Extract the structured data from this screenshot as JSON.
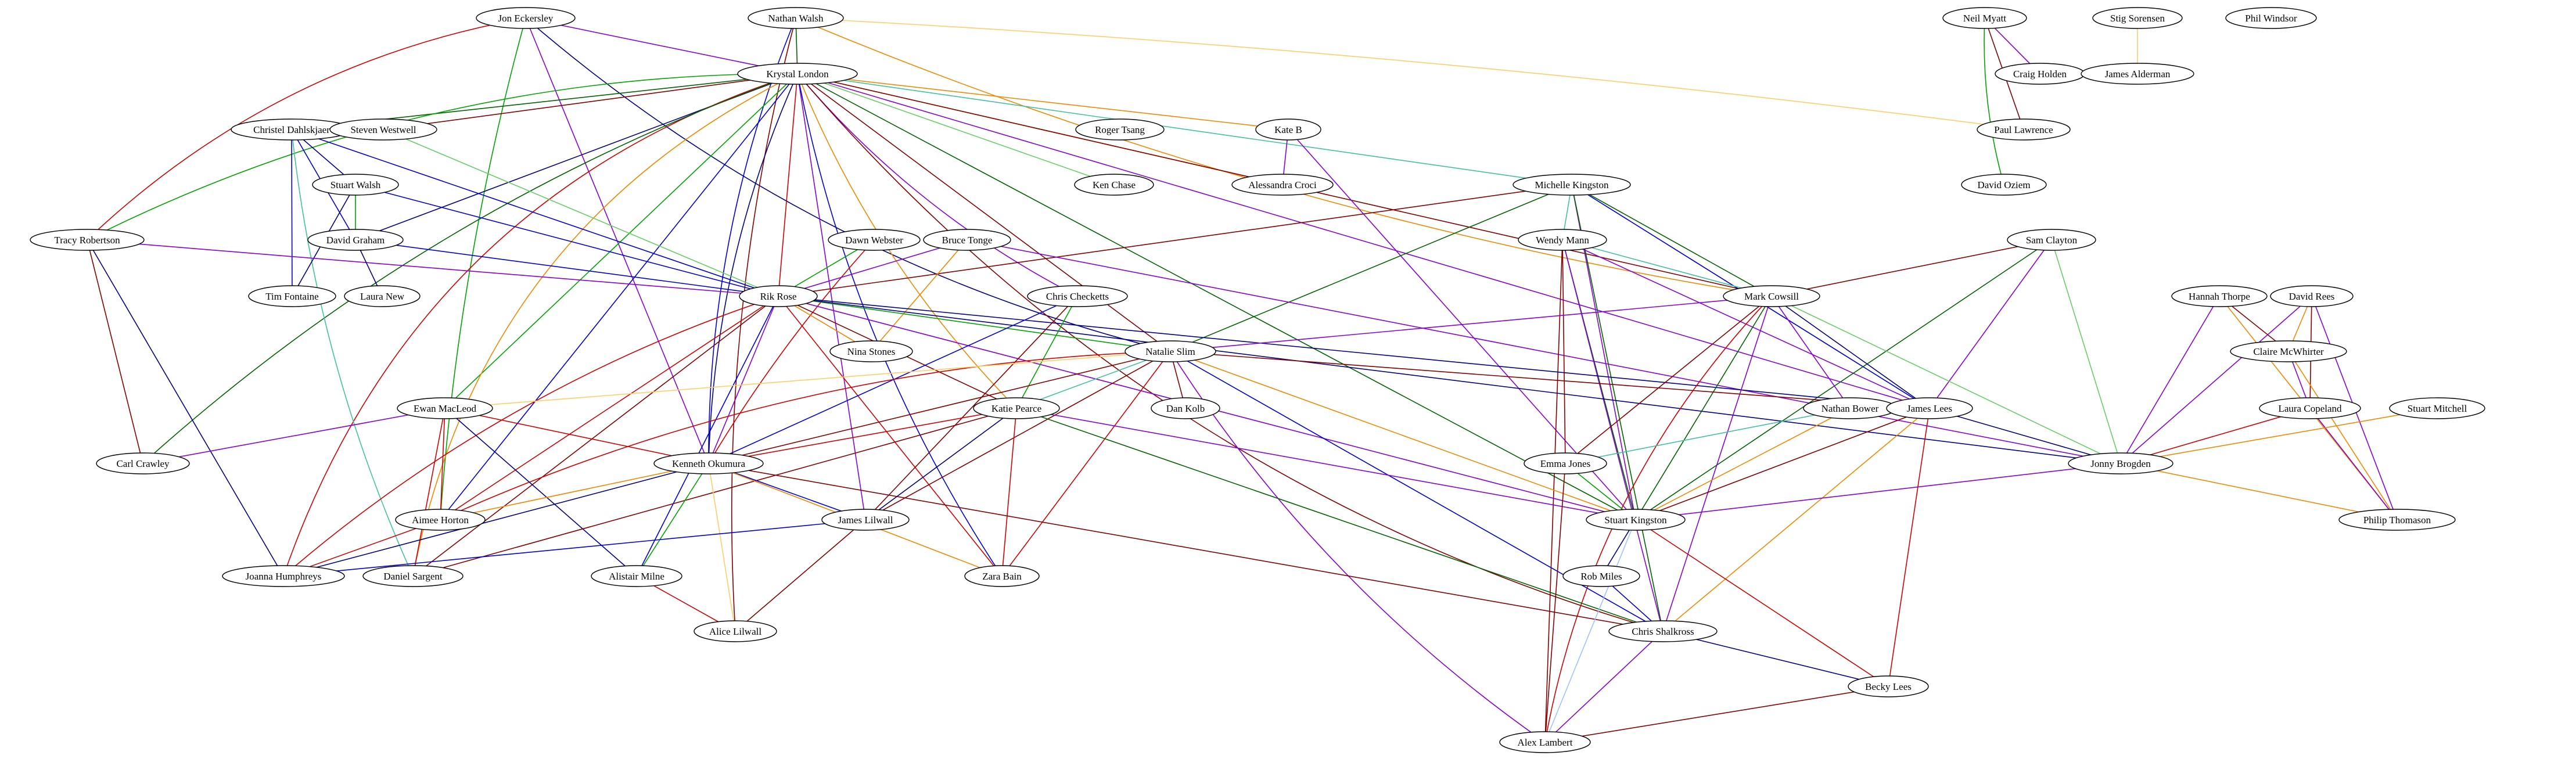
{
  "graph": {
    "node_labels": [
      "Jon Eckersley",
      "Nathan Walsh",
      "Neil Myatt",
      "Stig Sorensen",
      "Phil Windsor",
      "Krystal London",
      "Craig Holden",
      "James Alderman",
      "Christel Dahlskjaer",
      "Steven Westwell",
      "Roger Tsang",
      "Kate B",
      "Paul Lawrence",
      "Stuart Walsh",
      "Ken Chase",
      "Alessandra Croci",
      "Michelle Kingston",
      "David Oziem",
      "Tracy Robertson",
      "David Graham",
      "Dawn Webster",
      "Bruce Tonge",
      "Wendy Mann",
      "Sam Clayton",
      "Tim Fontaine",
      "Laura New",
      "Rik Rose",
      "Chris Checketts",
      "Mark Cowsill",
      "Hannah Thorpe",
      "David Rees",
      "Nina Stones",
      "Natalie Slim",
      "Claire McWhirter",
      "Ewan MacLeod",
      "Katie Pearce",
      "Dan Kolb",
      "Nathan Bower",
      "James Lees",
      "Laura Copeland",
      "Stuart Mitchell",
      "Carl Crawley",
      "Kenneth Okumura",
      "Emma Jones",
      "Jonny Brogden",
      "Aimee Horton",
      "James Lilwall",
      "Stuart Kingston",
      "Philip Thomason",
      "Joanna Humphreys",
      "Daniel Sargent",
      "Alistair Milne",
      "Zara Bain",
      "Rob Miles",
      "Alice Lilwall",
      "Chris Shalkross",
      "Becky Lees",
      "Alex Lambert"
    ],
    "edge_colors": [
      "#cc0000",
      "#00a000",
      "#0000cc",
      "#8800cc",
      "#800000",
      "#ee8800",
      "#006000",
      "#000080",
      "#40c0a0",
      "#ffcc66",
      "#66cc66",
      "#a0c0ff",
      "#ff8888"
    ]
  }
}
